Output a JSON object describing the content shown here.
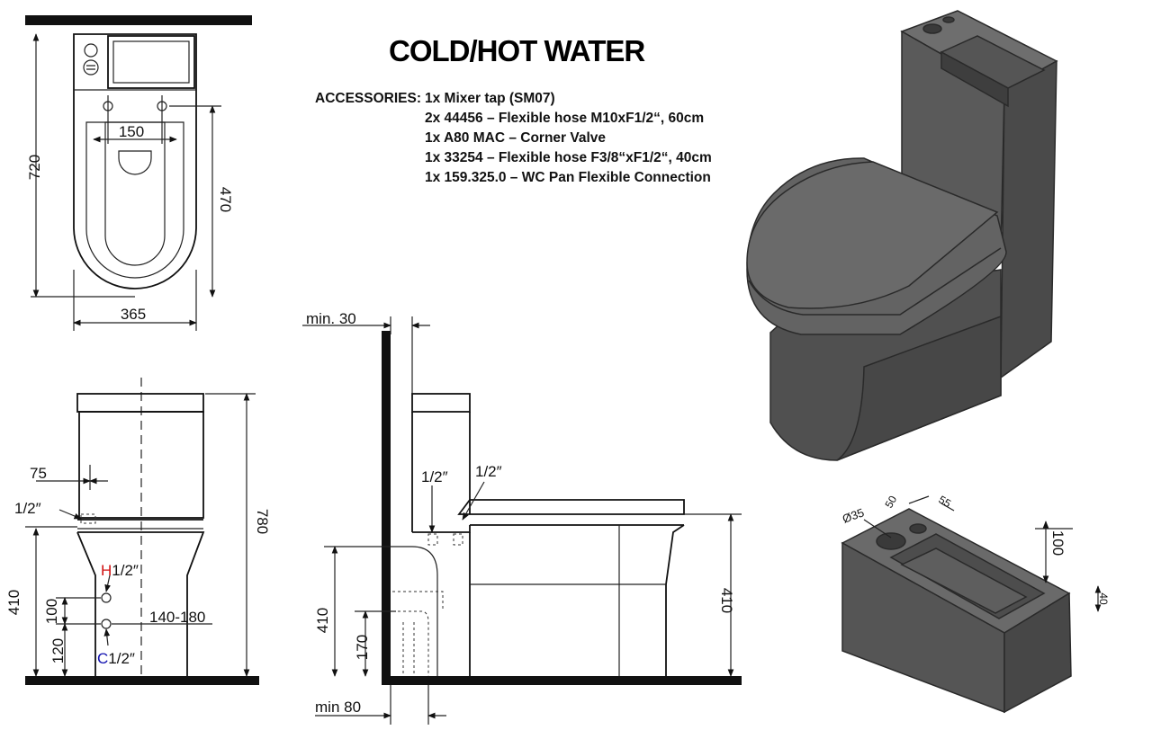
{
  "title": "COLD/HOT WATER",
  "accessories": {
    "label": "ACCESSORIES:",
    "items": [
      "1x Mixer tap (SM07)",
      "2x 44456 – Flexible hose M10xF1/2“, 60cm",
      "1x A80 MAC – Corner Valve",
      "1x 33254 – Flexible hose F3/8“xF1/2“, 40cm",
      "1x 159.325.0 – WC Pan Flexible Connection"
    ]
  },
  "top_view": {
    "dim_total_length": "720",
    "dim_bowl_length": "470",
    "dim_hole_spacing": "150",
    "dim_width": "365"
  },
  "front_view": {
    "dim_height": "780",
    "dim_offset": "75",
    "dim_inlet_top": "1/2″",
    "dim_inlet_height": "410",
    "dim_hot_label": "H",
    "dim_hot_size": "1/2″",
    "dim_cold_label": "C",
    "dim_cold_size": "1/2″",
    "dim_spacing": "100",
    "dim_cold_height": "120",
    "dim_range": "140-180"
  },
  "side_view": {
    "dim_min_wall": "min. 30",
    "dim_inlet_a": "1/2″",
    "dim_inlet_b": "1/2″",
    "dim_height_left": "410",
    "dim_outlet_height": "170",
    "dim_height_right": "410",
    "dim_min_floor": "min 80"
  },
  "basin_view": {
    "dim_hole_dia": "Ø35",
    "dim_a": "50",
    "dim_b": "55",
    "dim_depth": "100",
    "dim_rim": "40"
  },
  "colors": {
    "ink": "#111111",
    "hot": "#d01010",
    "cold": "#1010b0",
    "render_dark": "#4a4a4a",
    "render_mid": "#5c5c5c",
    "render_light": "#6e6e6e"
  }
}
